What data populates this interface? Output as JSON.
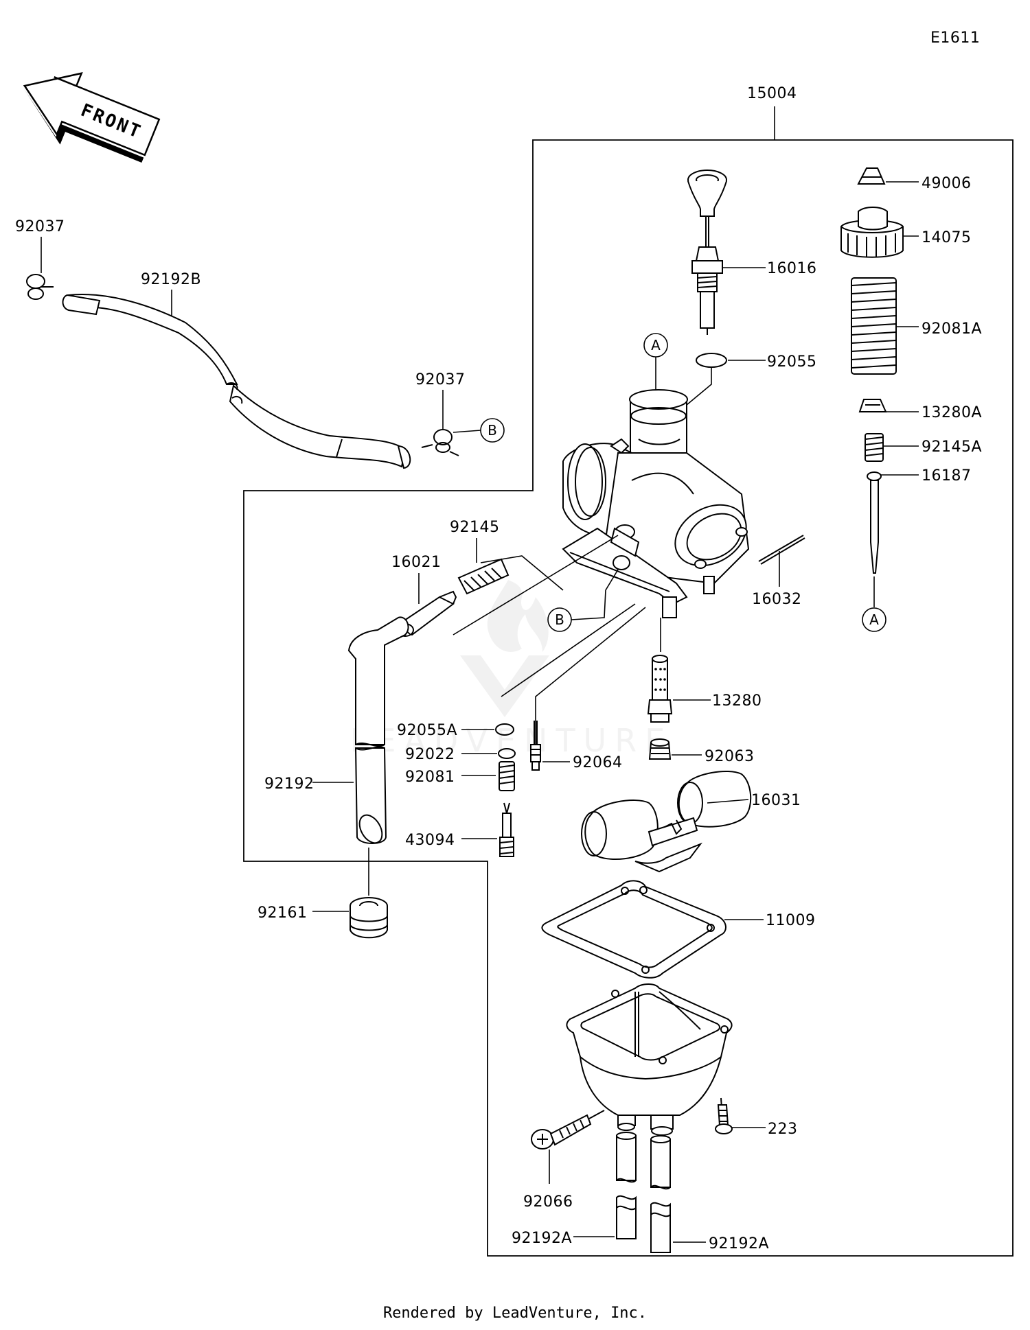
{
  "diagram_code": "E1611",
  "front_label": "FRONT",
  "assembly": "15004",
  "ref_markers": {
    "a": "A",
    "b": "B"
  },
  "parts": {
    "p92037_top": "92037",
    "p92192B": "92192B",
    "p92037_mid": "92037",
    "p49006": "49006",
    "p14075": "14075",
    "p16016": "16016",
    "p92081A": "92081A",
    "p92055": "92055",
    "p13280A": "13280A",
    "p92145A": "92145A",
    "p16187": "16187",
    "p92145": "92145",
    "p16021": "16021",
    "p16032": "16032",
    "p13280": "13280",
    "p92055A": "92055A",
    "p92022": "92022",
    "p92064": "92064",
    "p92063": "92063",
    "p92081": "92081",
    "p92192": "92192",
    "p16031": "16031",
    "p43094": "43094",
    "p92161": "92161",
    "p11009": "11009",
    "p223": "223",
    "p92066": "92066",
    "p92192A_left": "92192A",
    "p92192A_right": "92192A"
  },
  "watermark": "LEADVENTURE",
  "footer": "Rendered by LeadVenture, Inc."
}
